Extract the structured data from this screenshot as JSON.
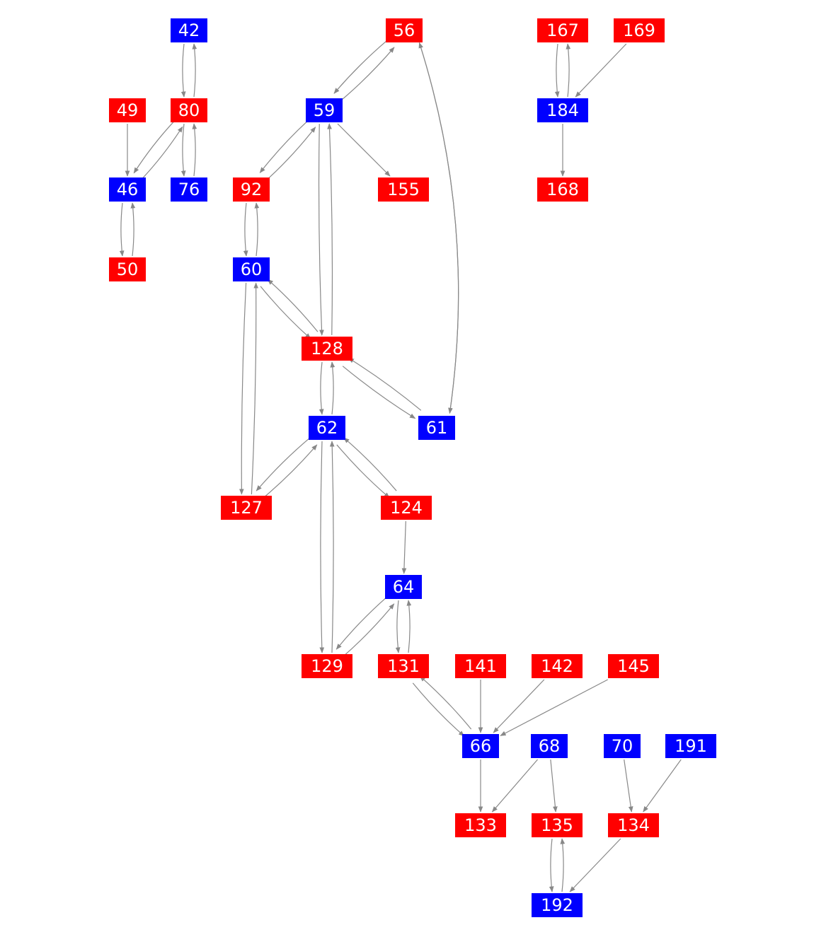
{
  "colors": {
    "red": "#ff0000",
    "blue": "#0000ff",
    "edge": "#888888"
  },
  "nodes": [
    {
      "id": "42",
      "color": "blue"
    },
    {
      "id": "56",
      "color": "red"
    },
    {
      "id": "167",
      "color": "red"
    },
    {
      "id": "169",
      "color": "red"
    },
    {
      "id": "49",
      "color": "red"
    },
    {
      "id": "80",
      "color": "red"
    },
    {
      "id": "59",
      "color": "blue"
    },
    {
      "id": "184",
      "color": "blue"
    },
    {
      "id": "46",
      "color": "blue"
    },
    {
      "id": "76",
      "color": "blue"
    },
    {
      "id": "92",
      "color": "red"
    },
    {
      "id": "155",
      "color": "red"
    },
    {
      "id": "168",
      "color": "red"
    },
    {
      "id": "50",
      "color": "red"
    },
    {
      "id": "60",
      "color": "blue"
    },
    {
      "id": "128",
      "color": "red"
    },
    {
      "id": "62",
      "color": "blue"
    },
    {
      "id": "61",
      "color": "blue"
    },
    {
      "id": "127",
      "color": "red"
    },
    {
      "id": "124",
      "color": "red"
    },
    {
      "id": "64",
      "color": "blue"
    },
    {
      "id": "129",
      "color": "red"
    },
    {
      "id": "131",
      "color": "red"
    },
    {
      "id": "141",
      "color": "red"
    },
    {
      "id": "142",
      "color": "red"
    },
    {
      "id": "145",
      "color": "red"
    },
    {
      "id": "66",
      "color": "blue"
    },
    {
      "id": "68",
      "color": "blue"
    },
    {
      "id": "70",
      "color": "blue"
    },
    {
      "id": "191",
      "color": "blue"
    },
    {
      "id": "133",
      "color": "red"
    },
    {
      "id": "135",
      "color": "red"
    },
    {
      "id": "134",
      "color": "red"
    },
    {
      "id": "192",
      "color": "blue"
    }
  ],
  "edges": [
    [
      "42",
      "80"
    ],
    [
      "80",
      "42"
    ],
    [
      "49",
      "46"
    ],
    [
      "80",
      "46"
    ],
    [
      "46",
      "80"
    ],
    [
      "80",
      "76"
    ],
    [
      "76",
      "80"
    ],
    [
      "46",
      "50"
    ],
    [
      "50",
      "46"
    ],
    [
      "56",
      "59"
    ],
    [
      "59",
      "56"
    ],
    [
      "56",
      "61"
    ],
    [
      "61",
      "56"
    ],
    [
      "59",
      "92"
    ],
    [
      "92",
      "59"
    ],
    [
      "59",
      "155"
    ],
    [
      "59",
      "128"
    ],
    [
      "128",
      "59"
    ],
    [
      "92",
      "60"
    ],
    [
      "60",
      "92"
    ],
    [
      "60",
      "128"
    ],
    [
      "128",
      "60"
    ],
    [
      "60",
      "127"
    ],
    [
      "127",
      "60"
    ],
    [
      "128",
      "62"
    ],
    [
      "62",
      "128"
    ],
    [
      "128",
      "61"
    ],
    [
      "61",
      "128"
    ],
    [
      "62",
      "127"
    ],
    [
      "127",
      "62"
    ],
    [
      "62",
      "124"
    ],
    [
      "124",
      "62"
    ],
    [
      "62",
      "129"
    ],
    [
      "129",
      "62"
    ],
    [
      "124",
      "64"
    ],
    [
      "64",
      "129"
    ],
    [
      "129",
      "64"
    ],
    [
      "64",
      "131"
    ],
    [
      "131",
      "64"
    ],
    [
      "131",
      "66"
    ],
    [
      "66",
      "131"
    ],
    [
      "141",
      "66"
    ],
    [
      "142",
      "66"
    ],
    [
      "145",
      "66"
    ],
    [
      "66",
      "133"
    ],
    [
      "68",
      "133"
    ],
    [
      "68",
      "135"
    ],
    [
      "70",
      "134"
    ],
    [
      "191",
      "134"
    ],
    [
      "135",
      "192"
    ],
    [
      "192",
      "135"
    ],
    [
      "134",
      "192"
    ],
    [
      "167",
      "184"
    ],
    [
      "184",
      "167"
    ],
    [
      "169",
      "184"
    ],
    [
      "184",
      "168"
    ]
  ]
}
